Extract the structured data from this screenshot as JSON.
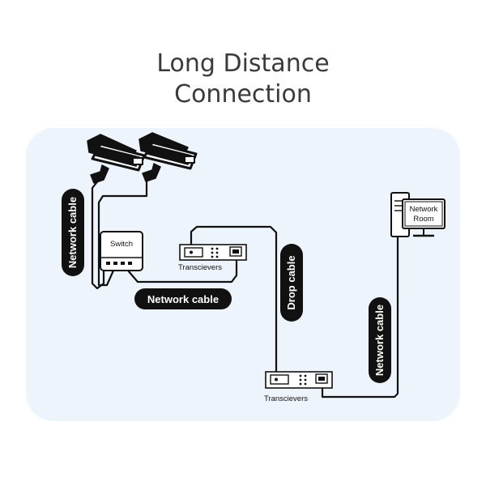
{
  "title": {
    "line1": "Long Distance",
    "line2": "Connection"
  },
  "labels": {
    "network_cable_left": "Network cable",
    "switch": "Switch",
    "transceivers_top": "Transcievers",
    "network_cable_middle": "Network cable",
    "drop_cable": "Drop cable",
    "transceivers_bottom": "Transcievers",
    "network_cable_right": "Network cable",
    "network_room_line1": "Network",
    "network_room_line2": "Room"
  },
  "colors": {
    "panel": "#eef4fc",
    "ink": "#111111",
    "pill": "#111111"
  }
}
